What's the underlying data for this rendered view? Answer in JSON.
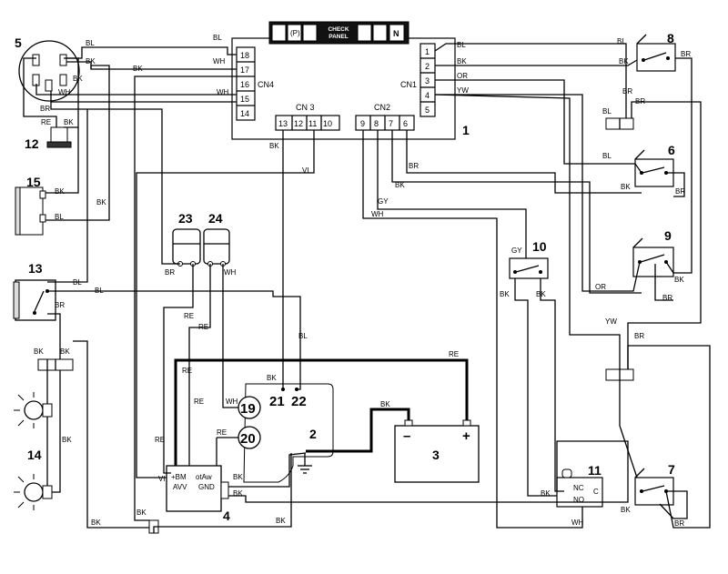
{
  "panel": {
    "check_panel": "CHECK\nPANEL",
    "check_line1": "CHECK",
    "check_line2": "PANEL",
    "n_label": "N",
    "icons": [
      "seat-operator-icon",
      "parking-brake-icon",
      "seat-icon",
      "check-panel-label",
      "battery-icon",
      "fuel-icon",
      "neutral-icon"
    ]
  },
  "connectors": {
    "cn1": {
      "label": "CN1",
      "pins": [
        "1",
        "2",
        "3",
        "4",
        "5"
      ]
    },
    "cn2": {
      "label": "CN2",
      "pins": [
        "9",
        "8",
        "7",
        "6"
      ]
    },
    "cn3": {
      "label": "CN 3",
      "pins": [
        "13",
        "12",
        "11",
        "10"
      ]
    },
    "cn4": {
      "label": "CN4",
      "pins": [
        "18",
        "17",
        "16",
        "15",
        "14"
      ]
    }
  },
  "components": {
    "c1": "1",
    "c2": "2",
    "c3": "3",
    "c4": "4",
    "c5": "5",
    "c6": "6",
    "c7": "7",
    "c8": "8",
    "c9": "9",
    "c10": "10",
    "c11": "11",
    "c12": "12",
    "c13": "13",
    "c14": "14",
    "c15": "15",
    "c19": "19",
    "c20": "20",
    "c21": "21",
    "c22": "22",
    "c23": "23",
    "c24": "24"
  },
  "battery": {
    "minus": "–",
    "plus": "+"
  },
  "module4": {
    "bm": "+BM",
    "avv": "AVV",
    "otaw": "otAw",
    "gnd": "GND"
  },
  "switch11": {
    "nc": "NC",
    "no": "NO",
    "c": "C"
  },
  "wires": {
    "BL": "BL",
    "BK": "BK",
    "WH": "WH",
    "BR": "BR",
    "RE": "RE",
    "OR": "OR",
    "YW": "YW",
    "GY": "GY",
    "VI": "VI"
  }
}
